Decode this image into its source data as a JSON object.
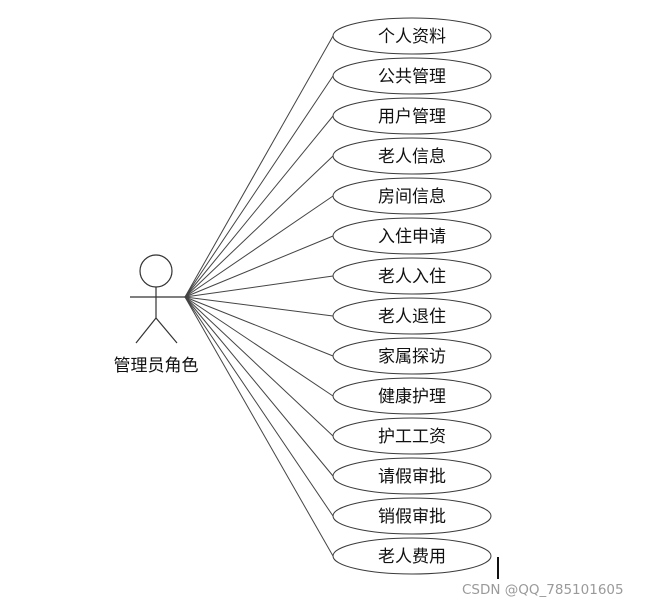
{
  "diagram": {
    "type": "use-case",
    "actor": {
      "label": "管理员角色"
    },
    "use_cases": [
      "个人资料",
      "公共管理",
      "用户管理",
      "老人信息",
      "房间信息",
      "入住申请",
      "老人入住",
      "老人退住",
      "家属探访",
      "健康护理",
      "护工工资",
      "请假审批",
      "销假审批",
      "老人费用"
    ]
  },
  "watermark": "CSDN @QQ_785101605"
}
